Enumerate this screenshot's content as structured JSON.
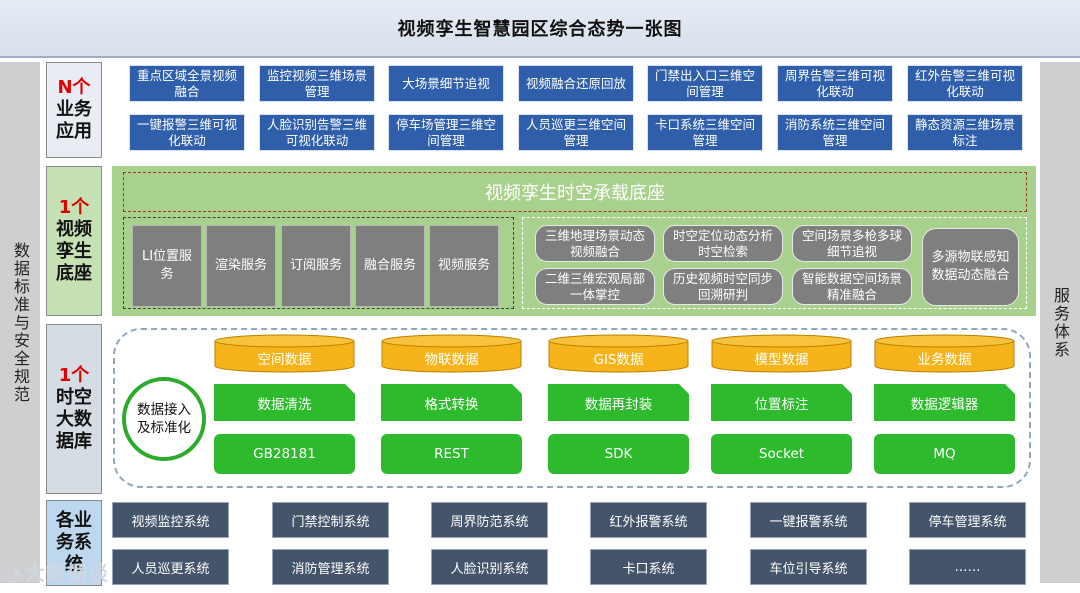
{
  "title": "视频孪生智慧园区综合态势一张图",
  "left_side_label": "数据标准与安全规范",
  "right_side_label": "服务体系",
  "layers": {
    "business_apps": {
      "count": "N个",
      "name": "业务应用",
      "items": [
        "重点区域全景视频融合",
        "监控视频三维场景管理",
        "大场景细节追视",
        "视频融合还原回放",
        "门禁出入口三维空间管理",
        "周界告警三维可视化联动",
        "红外告警三维可视化联动",
        "一键报警三维可视化联动",
        "人脸识别告警三维可视化联动",
        "停车场管理三维空间管理",
        "人员巡更三维空间管理",
        "卡口系统三维空间管理",
        "消防系统三维空间管理",
        "静态资源三维场景标注"
      ]
    },
    "twin_base": {
      "count": "1个",
      "name": "视频孪生底座",
      "header": "视频孪生时空承载底座",
      "services": [
        "LI位置服务",
        "渲染服务",
        "订阅服务",
        "融合服务",
        "视频服务"
      ],
      "capabilities": [
        "三维地理场景动态视频融合",
        "时空定位动态分析时空检索",
        "空间场景多枪多球细节追视",
        "二维三维宏观局部一体掌控",
        "历史视频时空同步回溯研判",
        "智能数据空间场景精准融合"
      ],
      "capability_big": "多源物联感知数据动态融合"
    },
    "spatiotemporal_db": {
      "count": "1个",
      "name": "时空大数据库",
      "access": "数据接入及标准化",
      "databases": [
        "空间数据",
        "物联数据",
        "GIS数据",
        "模型数据",
        "业务数据"
      ],
      "processing": [
        "数据清洗",
        "格式转换",
        "数据再封装",
        "位置标注",
        "数据逻辑器"
      ],
      "protocols": [
        "GB28181",
        "REST",
        "SDK",
        "Socket",
        "MQ"
      ]
    },
    "business_systems": {
      "name": "各业务系统",
      "items": [
        "视频监控系统",
        "门禁控制系统",
        "周界防范系统",
        "红外报警系统",
        "一键报警系统",
        "停车管理系统",
        "人员巡更系统",
        "消防管理系统",
        "人脸识别系统",
        "卡口系统",
        "车位引导系统",
        "……"
      ]
    }
  },
  "watermark": "大数据谈"
}
